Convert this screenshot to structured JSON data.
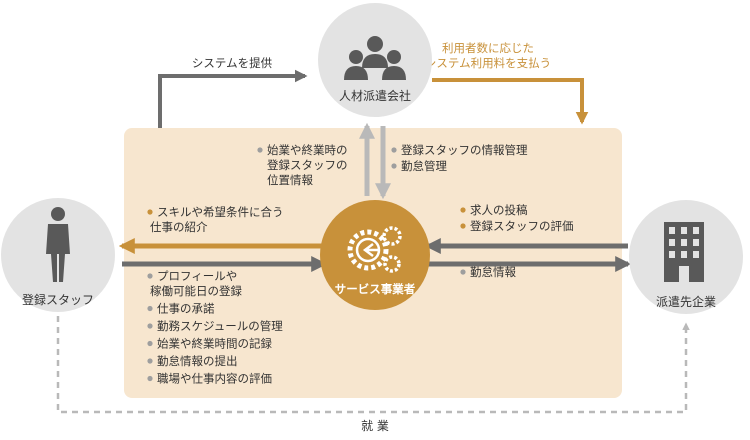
{
  "colors": {
    "accent": "#c8913a",
    "panel": "#f7e6cf",
    "arrow_gray": "#6d6d6d",
    "arrow_light": "#b9b9b9",
    "node_gray": "#e3e3e3",
    "icon_dark": "#595959"
  },
  "nodes": {
    "agency": {
      "label": "人材派遣会社",
      "icon": "group-of-people-icon"
    },
    "staff": {
      "label": "登録スタッフ",
      "icon": "person-in-suit-icon"
    },
    "company": {
      "label": "派遣先企業",
      "icon": "office-building-icon"
    },
    "service": {
      "label": "サービス事業者",
      "icon": "gears-icon"
    }
  },
  "flows": {
    "system_provided": "システムを提供",
    "fee_payment": [
      "利用者数に応じた",
      "システム利用料を支払う"
    ],
    "employment": "就 業"
  },
  "agency_to_service": [
    "登録スタッフの情報管理",
    "勤怠管理"
  ],
  "service_to_agency": [
    "始業や終業時の",
    "登録スタッフの",
    "位置情報"
  ],
  "service_to_staff": [
    {
      "lines": [
        "スキルや希望条件に合う",
        "仕事の紹介"
      ]
    }
  ],
  "company_to_service": [
    "求人の投稿",
    "登録スタッフの評価"
  ],
  "service_to_company": [
    "勤怠情報"
  ],
  "staff_to_service": [
    {
      "lines": [
        "プロフィールや",
        "稼働可能日の登録"
      ]
    },
    {
      "lines": [
        "仕事の承諾"
      ]
    },
    {
      "lines": [
        "勤務スケジュールの管理"
      ]
    },
    {
      "lines": [
        "始業や終業時間の記録"
      ]
    },
    {
      "lines": [
        "勤怠情報の提出"
      ]
    },
    {
      "lines": [
        "職場や仕事内容の評価"
      ]
    }
  ]
}
